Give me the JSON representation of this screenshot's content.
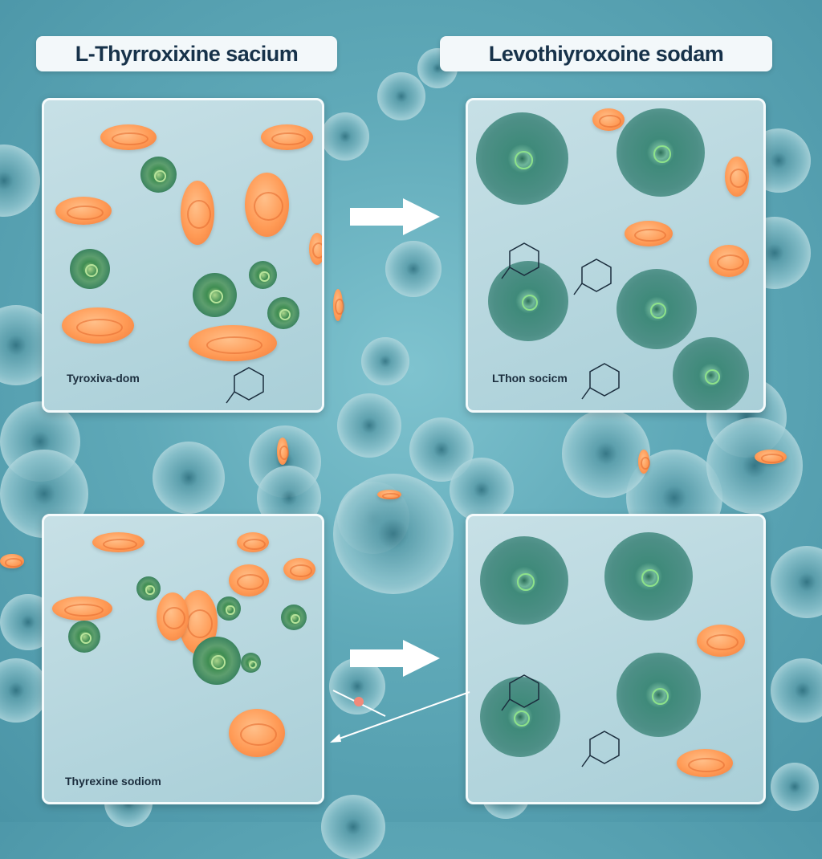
{
  "titles": {
    "left": "L-Thyrroxixine sacium",
    "right": "Levothiyroxoine sodam"
  },
  "panels": {
    "top_left_label": "Tyroxiva-dom",
    "top_right_label": "LThon socicm",
    "bottom_left_label": "Thyrexine sodiom",
    "bottom_right_label": ""
  },
  "colors": {
    "background": "#5fa9b8",
    "mitochondria": "#ff9a55",
    "green_cell": "#3f8d52",
    "title_text": "#17324a"
  },
  "arrows": [
    "arrow-right",
    "arrow-right",
    "arrow-back-left"
  ]
}
